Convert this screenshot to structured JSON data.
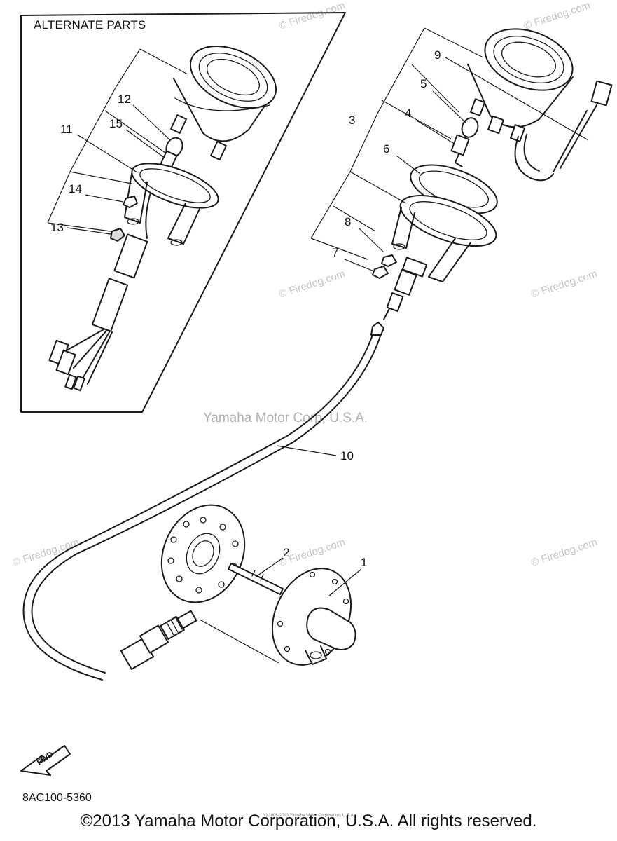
{
  "alternate_parts_title": "ALTERNATE PARTS",
  "callouts": [
    "1",
    "2",
    "3",
    "4",
    "5",
    "6",
    "7",
    "8",
    "9",
    "10",
    "11",
    "12",
    "13",
    "14",
    "15"
  ],
  "watermarks": {
    "center": "Yamaha Motor Corp, U.S.A.",
    "firedog": "© Firedog.com"
  },
  "fwd_label": "FWD",
  "diagram_code": "8AC100-5360",
  "copyright": "©2013 Yamaha Motor Corporation, U.S.A. All rights reserved.",
  "tiny_note": "(c) 2008-2013 Yamaha Motor Corporation, U.S.A."
}
